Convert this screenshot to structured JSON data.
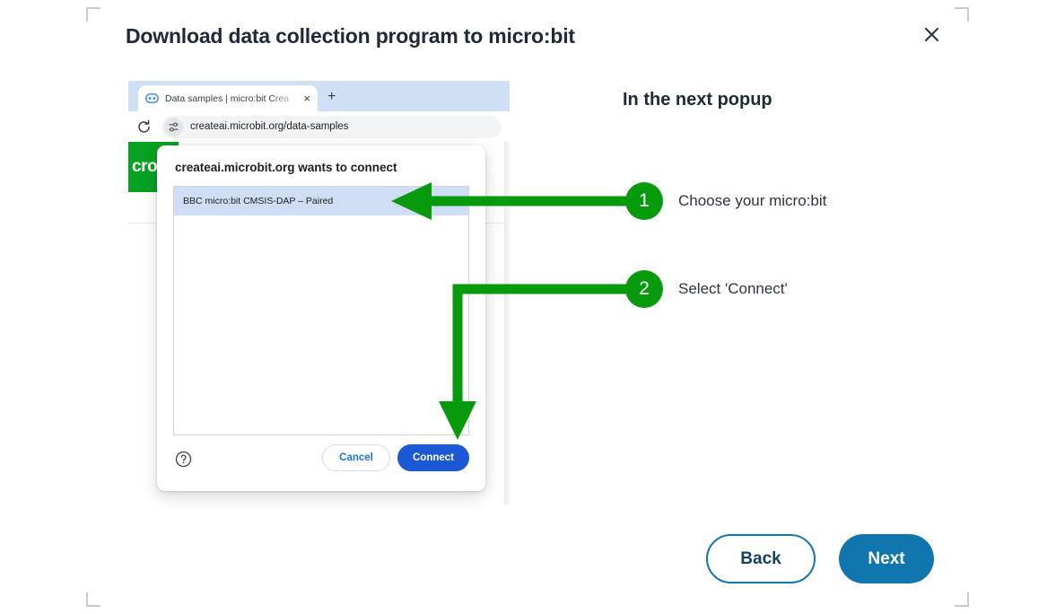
{
  "dialog": {
    "title": "Download data collection program to micro:bit",
    "close_label": "×"
  },
  "browser_mock": {
    "tab": {
      "title": "Data samples | micro:bit Crea",
      "close_label": "×",
      "favicon": "microbit-tab-icon"
    },
    "new_tab_label": "+",
    "omnibox": {
      "url": "createai.microbit.org/data-samples",
      "reload_icon": "reload-icon",
      "site_settings_icon": "site-settings-sliders-icon"
    },
    "page": {
      "brand_text": "cro"
    }
  },
  "permission_popup": {
    "heading": "createai.microbit.org wants to connect",
    "devices": [
      {
        "label": "BBC micro:bit CMSIS-DAP – Paired",
        "selected": true
      }
    ],
    "help_icon": "help-circle-icon",
    "cancel_label": "Cancel",
    "connect_label": "Connect"
  },
  "instructions": {
    "title": "In the next popup",
    "steps": [
      {
        "number": "1",
        "text": "Choose your micro:bit"
      },
      {
        "number": "2",
        "text": "Select 'Connect'"
      }
    ]
  },
  "footer": {
    "back_label": "Back",
    "next_label": "Next"
  },
  "colors": {
    "annotation_green": "#089a0d",
    "brand_green": "#07a222",
    "chrome_blue": "#1b58d6",
    "chrome_link_blue": "#1a73e8",
    "accent_blue": "#1276ae",
    "title_ink": "#1f2937",
    "device_selected_bg": "#cfdef5"
  }
}
